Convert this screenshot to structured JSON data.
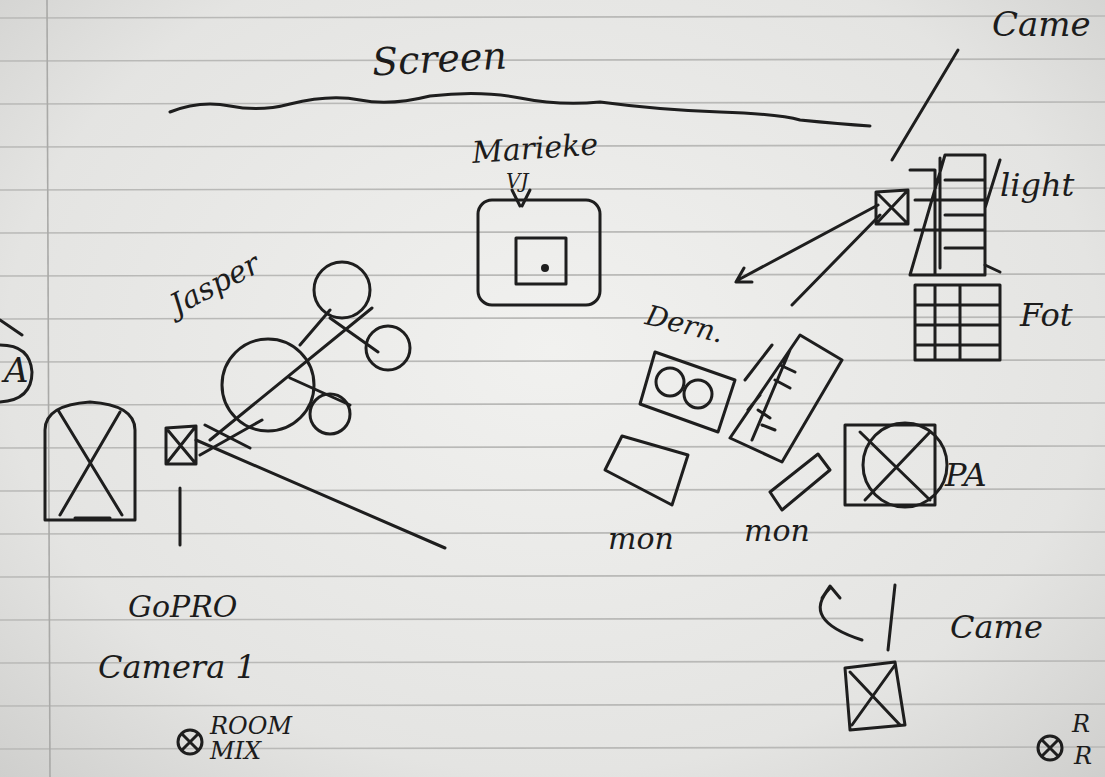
{
  "diagram": {
    "nodes": [
      {
        "text": [
          "A"
        ]
      },
      {
        "text": [
          "Marieke",
          "VJ"
        ]
      },
      {
        "text": [
          "Jasper"
        ]
      },
      {
        "text": [
          "Dern."
        ]
      },
      {
        "text": [
          "light"
        ]
      },
      {
        "text": [
          "Fot"
        ]
      },
      {
        "text": [
          "Came"
        ]
      },
      {
        "text": [
          "mon"
        ]
      },
      {
        "text": [
          "mon"
        ]
      },
      {
        "text": [
          "PA"
        ]
      },
      {
        "text": [
          "GoPRO",
          "Camera 1"
        ]
      },
      {
        "text": [
          "Came"
        ]
      }
    ],
    "labels": [
      "Screen",
      "ROOM MIX",
      "R",
      "R"
    ]
  }
}
